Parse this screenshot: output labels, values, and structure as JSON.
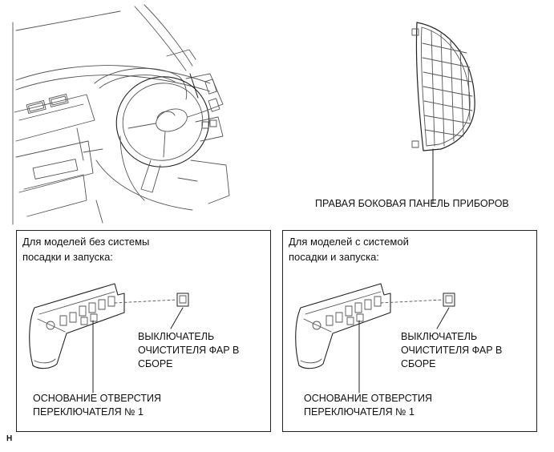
{
  "top_section": {
    "panel_label": "ПРАВАЯ БОКОВАЯ ПАНЕЛЬ ПРИБОРОВ"
  },
  "left_box": {
    "title_line1": "Для моделей без системы",
    "title_line2": "посадки и запуска:",
    "switch_label_line1": "ВЫКЛЮЧАТЕЛЬ",
    "switch_label_line2": "ОЧИСТИТЕЛЯ ФАР В",
    "switch_label_line3": "СБОРЕ",
    "base_label_line1": "ОСНОВАНИЕ ОТВЕРСТИЯ",
    "base_label_line2": "ПЕРЕКЛЮЧАТЕЛЯ № 1"
  },
  "right_box": {
    "title_line1": "Для моделей с системой",
    "title_line2": "посадки и запуска:",
    "switch_label_line1": "ВЫКЛЮЧАТЕЛЬ",
    "switch_label_line2": "ОЧИСТИТЕЛЯ ФАР В",
    "switch_label_line3": "СБОРЕ",
    "base_label_line1": "ОСНОВАНИЕ ОТВЕРСТИЯ",
    "base_label_line2": "ПЕРЕКЛЮЧАТЕЛЯ № 1"
  },
  "footer_code": "H"
}
